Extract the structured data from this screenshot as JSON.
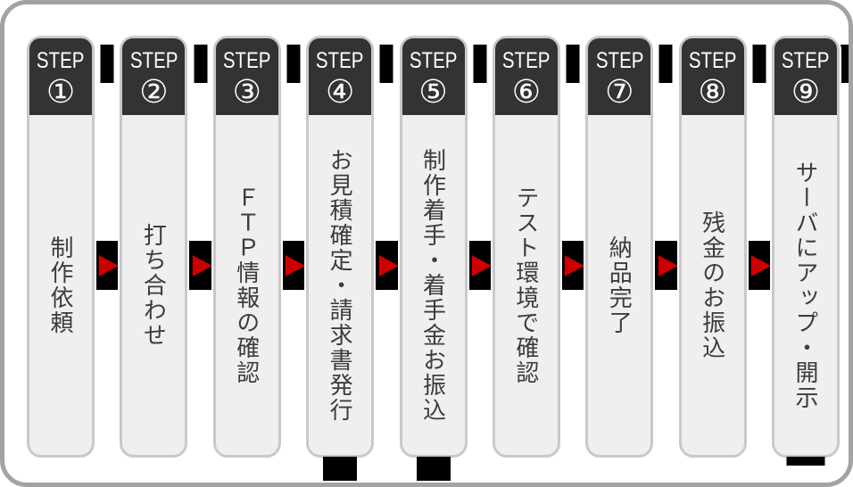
{
  "diagram": {
    "step_label": "STEP",
    "steps": [
      {
        "number": "①",
        "title": "制作依頼",
        "tab": "none"
      },
      {
        "number": "②",
        "title": "打ち合わせ",
        "tab": "none"
      },
      {
        "number": "③",
        "title": "ＦＴＰ情報の確認",
        "tab": "none"
      },
      {
        "number": "④",
        "title": "お見積確定・請求書発行",
        "tab": "block"
      },
      {
        "number": "⑤",
        "title": "制作着手・着手金お振込",
        "tab": "block"
      },
      {
        "number": "⑥",
        "title": "テスト環境で確認",
        "tab": "none"
      },
      {
        "number": "⑦",
        "title": "納品完了",
        "tab": "none"
      },
      {
        "number": "⑧",
        "title": "残金のお振込",
        "tab": "none"
      },
      {
        "number": "⑨",
        "title": "サーバにアップ・開示",
        "tab": "bar"
      }
    ]
  },
  "colors": {
    "arrow": "#cc0000",
    "band": "#000000",
    "header_bg": "#333333",
    "card_bg": "#efefef",
    "card_border": "#c9c9c9",
    "panel_border": "#a3a3a3",
    "title_text": "#3c3c3c",
    "header_text": "#ffffff"
  }
}
